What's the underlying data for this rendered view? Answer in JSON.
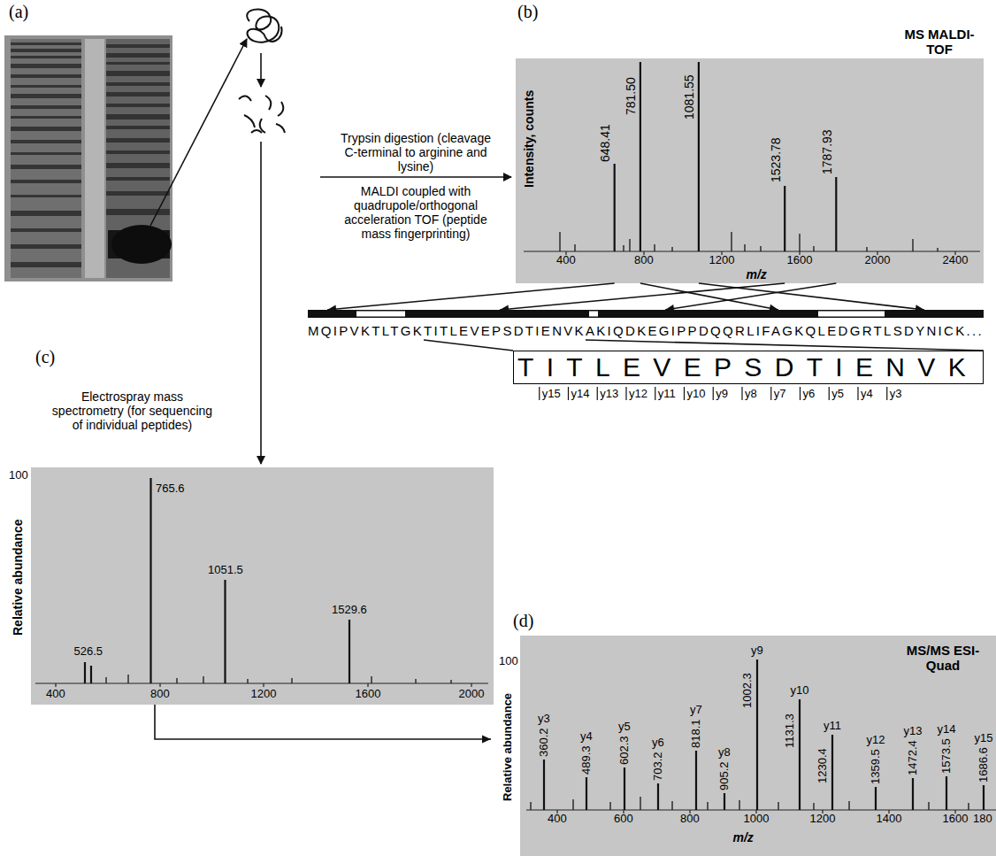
{
  "diagram": {
    "nodes": [
      {
        "text": [
          "MS MALDI-TOF"
        ]
      },
      {
        "text": [
          "MQIPVKTLTGKTITLEVEPSDTIENVKAKIQDKEGIPPDQQRLIFAGKQLEDGRTLSDYNICK..."
        ]
      },
      {
        "text": [
          "TITLEVEPSDTIENVK"
        ]
      },
      {
        "text": [
          "Electrospray mass spectrometry (for sequencing of individual peptides)"
        ]
      },
      {
        "text": [
          "MS/MS ESI-Quad"
        ]
      }
    ],
    "edges": [
      {
        "from": 0,
        "to": 1,
        "arrow": "to"
      },
      {
        "from": 0,
        "to": 1,
        "arrow": "to"
      },
      {
        "from": 0,
        "to": 1,
        "arrow": "to"
      },
      {
        "from": 0,
        "to": 1,
        "arrow": "to"
      },
      {
        "from": 0,
        "to": 1,
        "arrow": "to"
      },
      {
        "from": 1,
        "to": 2,
        "arrow": "none"
      },
      {
        "from": 1,
        "to": 2,
        "arrow": "none"
      },
      {
        "from": 3,
        "to": 4,
        "arrow": "to"
      }
    ],
    "labels": [
      "(a)",
      "(b)",
      "Trypsin digestion (cleavage C-terminal to arginine and lysine)",
      "MALDI coupled with quadrupole/orthogonal acceleration TOF (peptide mass fingerprinting)",
      "Intensity, counts",
      "648.41",
      "781.50",
      "1081.55",
      "1523.78",
      "1787.93",
      "400",
      "800",
      "1200",
      "1600",
      "2000",
      "2400",
      "m/z",
      "(c)",
      "y15",
      "y14",
      "y13",
      "y12",
      "y11",
      "y10",
      "y9",
      "y8",
      "y7",
      "y6",
      "y5",
      "y4",
      "y3",
      "100",
      "Relative abundance",
      "526.5",
      "765.6",
      "1051.5",
      "1529.6",
      "400",
      "800",
      "1200",
      "1600",
      "2000",
      "(d)",
      "100",
      "Relative abundance",
      "y3",
      "360.2",
      "y4",
      "489.3",
      "y5",
      "602.3",
      "y6",
      "703.2",
      "y7",
      "818.1",
      "y8",
      "905.2",
      "y9",
      "1002.3",
      "y10",
      "1131.3",
      "y11",
      "1230.4",
      "y12",
      "1359.5",
      "y13",
      "1472.4",
      "y14",
      "1573.5",
      "y15",
      "1686.6",
      "400",
      "600",
      "800",
      "1000",
      "1200",
      "1400",
      "1600",
      "180",
      "m/z"
    ]
  }
}
